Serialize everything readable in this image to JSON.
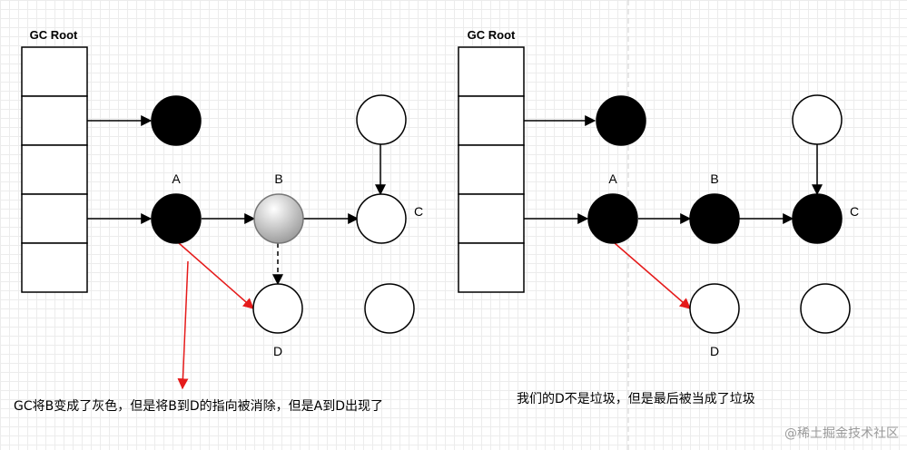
{
  "left": {
    "root_title": "GC Root",
    "labels": {
      "A": "A",
      "B": "B",
      "C": "C",
      "D": "D"
    },
    "caption": "GC将B变成了灰色，但是将B到D的指向被消除，但是A到D出现了"
  },
  "right": {
    "root_title": "GC Root",
    "labels": {
      "A": "A",
      "B": "B",
      "C": "C",
      "D": "D"
    },
    "caption": "我们的D不是垃圾，但是最后被当成了垃圾"
  },
  "watermark": "@稀土掘金技术社区",
  "colors": {
    "black_node": "#000000",
    "white_node": "#ffffff",
    "gray_node": "#b8b8b8",
    "edge": "#000000",
    "new_reference": "#e51a1a"
  }
}
